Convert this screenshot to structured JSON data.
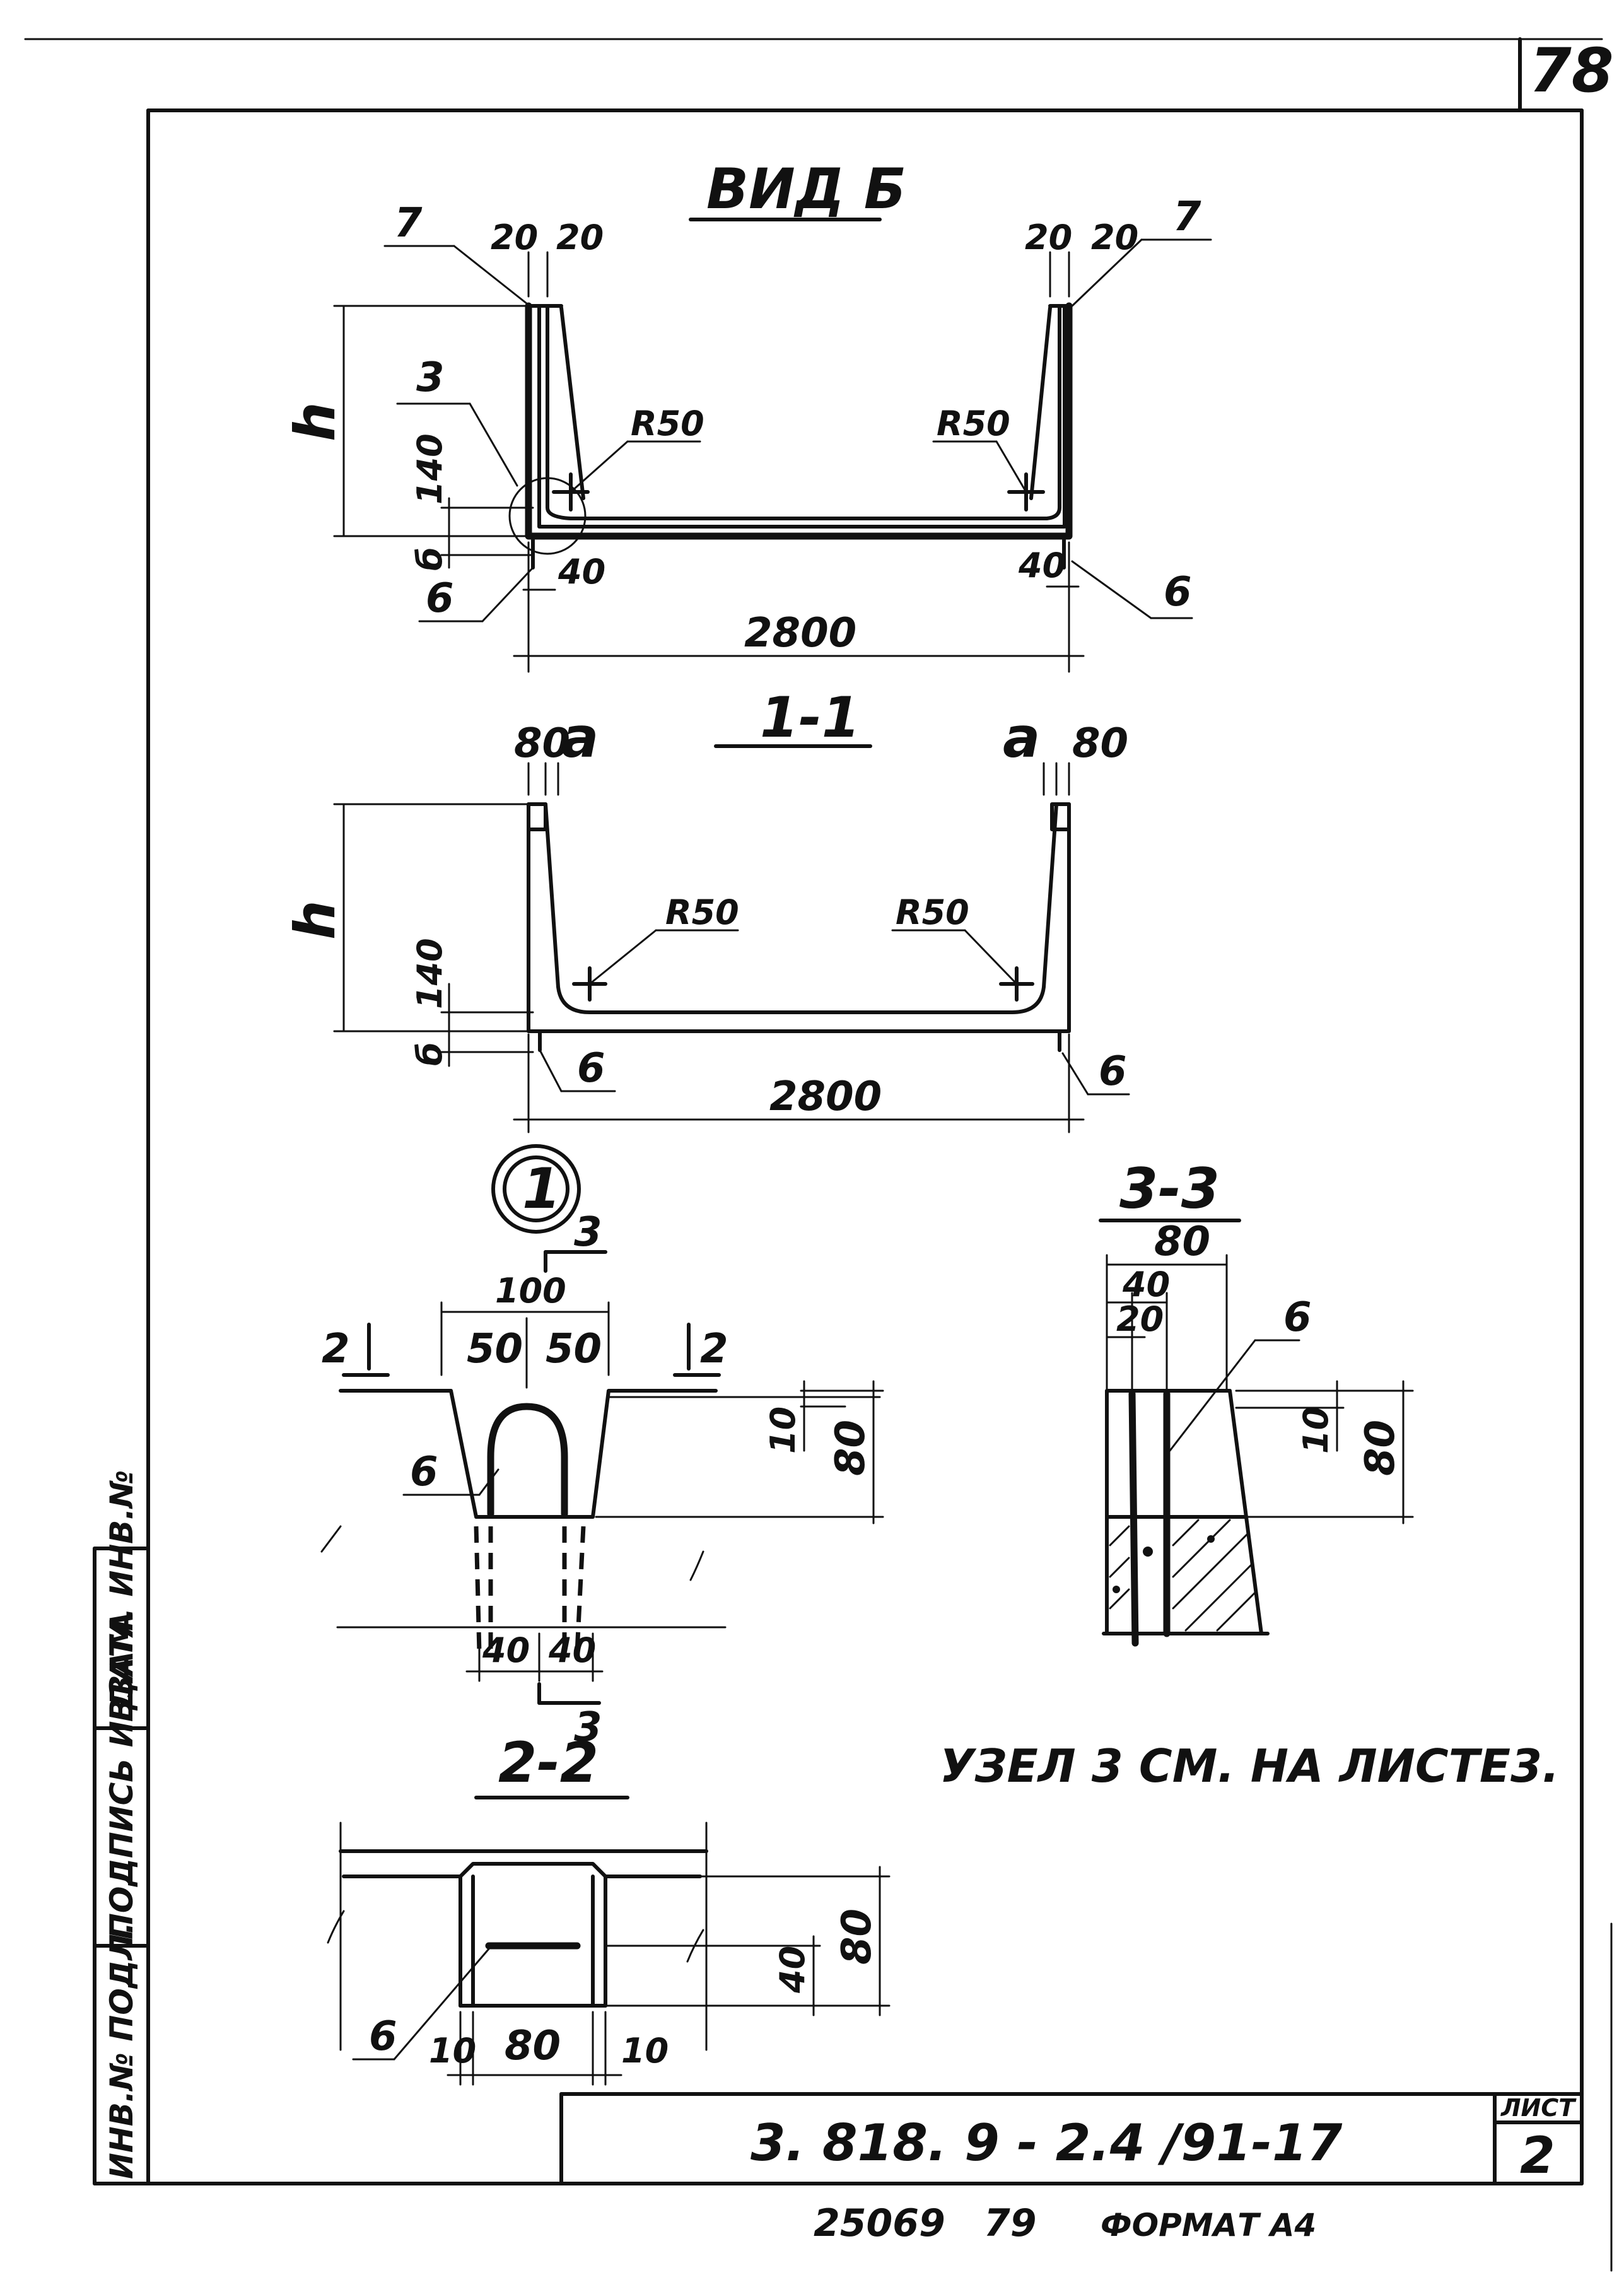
{
  "page_number": "78",
  "view_b": {
    "title": "ВИД Б",
    "top_dims": [
      "20",
      "20"
    ],
    "callout_left": "7",
    "callout_right": "7",
    "callout_node": "3",
    "radius": "R50",
    "h_label": "h",
    "dim_140": "140",
    "b_label": "б",
    "dim_40": "40",
    "plate_mark": "6",
    "width": "2800"
  },
  "section_1_1": {
    "title": "1-1",
    "dim_80": "80",
    "a_label": "a",
    "radius": "R50",
    "h_label": "h",
    "dim_140": "140",
    "b_label": "б",
    "plate_mark": "6",
    "width": "2800"
  },
  "node_1": {
    "label": "1",
    "section_mark": "3",
    "section_mark_2": "2",
    "dim_100": "100",
    "dim_50": "50",
    "dim_10": "10",
    "dim_80": "80",
    "dim_40": "40",
    "plate_mark": "6"
  },
  "section_3_3": {
    "title": "3-3",
    "dim_80": "80",
    "dim_40": "40",
    "dim_20": "20",
    "dim_10": "10",
    "plate_mark": "6"
  },
  "section_2_2": {
    "title": "2-2",
    "dim_40": "40",
    "dim_80": "80",
    "dim_10": "10",
    "plate_mark": "6"
  },
  "note": "УЗЕЛ 3 СМ. НА ЛИСТЕ3.",
  "side_stamp": [
    "ИНВ.№ ПОДЛ.",
    "ПОДПИСЬ И ДАТА",
    "ВЗАМ. ИНВ.№"
  ],
  "title_block": {
    "doc_code": "3. 818. 9 - 2.4 /91-17",
    "sheet_label": "ЛИСТ",
    "sheet_number": "2"
  },
  "footer": {
    "number": "25069",
    "number2": "79",
    "format": "ФОРМАТ А4"
  }
}
